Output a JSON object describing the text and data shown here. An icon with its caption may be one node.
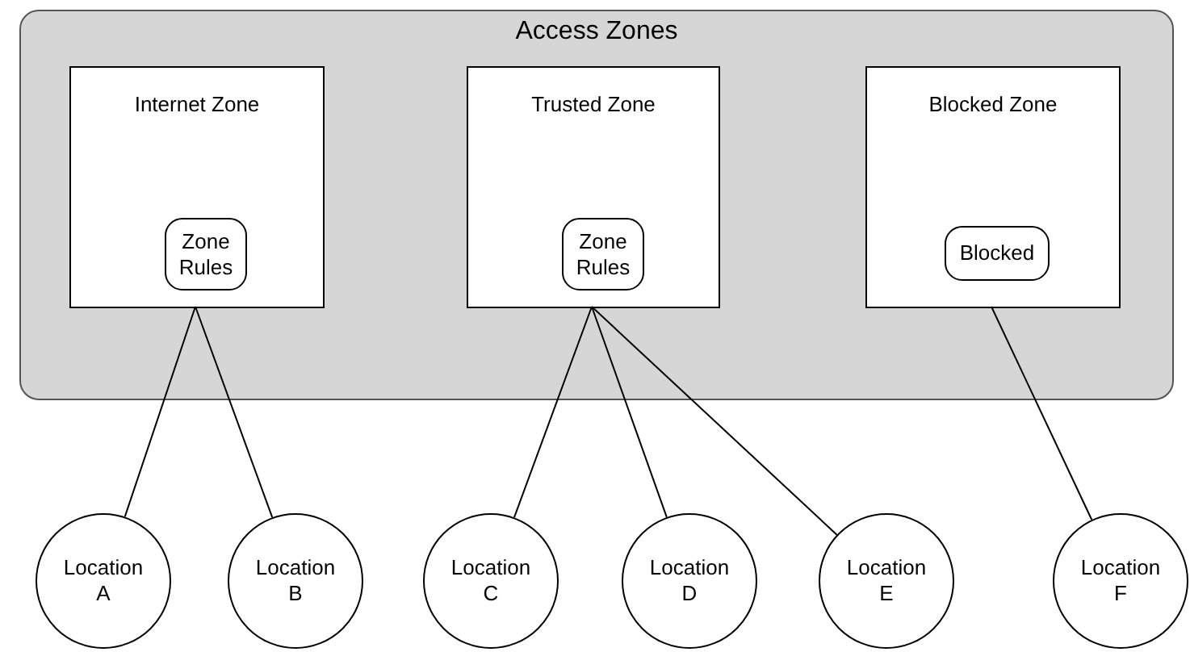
{
  "diagram": {
    "nodes": [
      {
        "text": [
          "Access Zones"
        ]
      },
      {
        "text": [
          "Internet Zone"
        ],
        "in": 0
      },
      {
        "text": [
          "Zone Rules"
        ],
        "in": 1
      },
      {
        "text": [
          "Trusted Zone"
        ],
        "in": 0
      },
      {
        "text": [
          "Zone Rules"
        ],
        "in": 3
      },
      {
        "text": [
          "Blocked Zone"
        ],
        "in": 0
      },
      {
        "text": [
          "Blocked"
        ],
        "in": 5
      },
      {
        "text": [
          "Location A"
        ]
      },
      {
        "text": [
          "Location B"
        ]
      },
      {
        "text": [
          "Location C"
        ]
      },
      {
        "text": [
          "Location D"
        ]
      },
      {
        "text": [
          "Location E"
        ]
      },
      {
        "text": [
          "Location F"
        ]
      }
    ],
    "edges": [
      {
        "from": 1,
        "to": 7,
        "arrow": "none"
      },
      {
        "from": 1,
        "to": 8,
        "arrow": "none"
      },
      {
        "from": 3,
        "to": 9,
        "arrow": "none"
      },
      {
        "from": 3,
        "to": 10,
        "arrow": "none"
      },
      {
        "from": 3,
        "to": 11,
        "arrow": "none"
      },
      {
        "from": 5,
        "to": 12,
        "arrow": "none"
      }
    ]
  }
}
